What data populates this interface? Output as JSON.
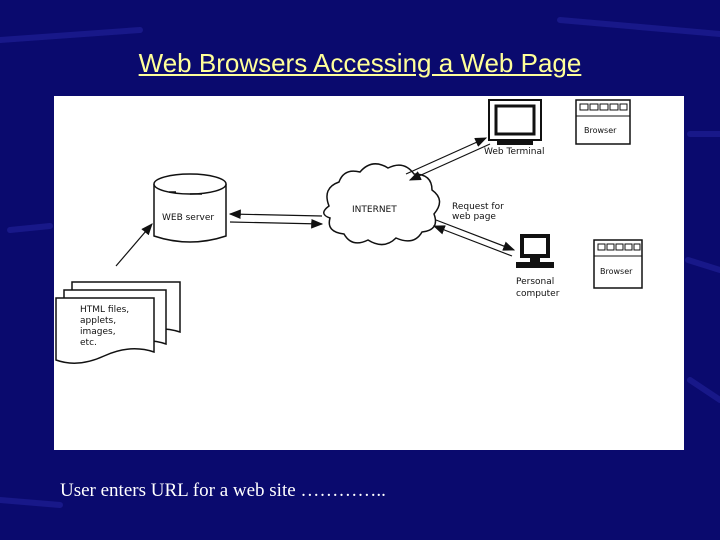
{
  "slide": {
    "title": "Web Browsers Accessing a Web Page",
    "caption": "User enters URL for a web site …………..",
    "background_color": "#0a0a6e",
    "title_color": "#ffff99"
  },
  "diagram": {
    "server_label": "WEB server",
    "internet_label": "INTERNET",
    "request_label_line1": "Request for",
    "request_label_line2": "web page",
    "terminal_label": "Web Terminal",
    "terminal_browser_label": "Browser",
    "pc_label_line1": "Personal",
    "pc_label_line2": "computer",
    "pc_browser_label": "Browser",
    "files_label_line1": "HTML files,",
    "files_label_line2": "applets,",
    "files_label_line3": "images,",
    "files_label_line4": "etc."
  }
}
